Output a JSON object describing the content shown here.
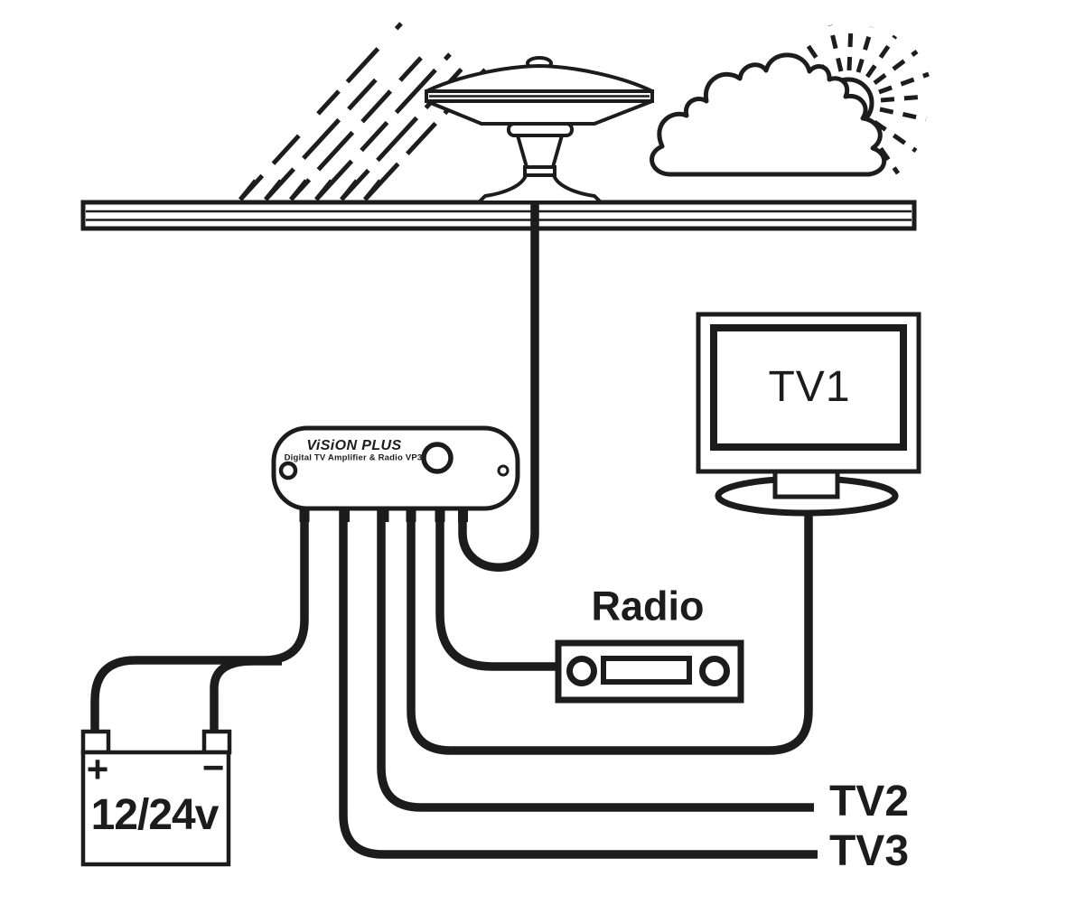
{
  "colors": {
    "line": "#1c1c1c",
    "background": "#ffffff"
  },
  "amplifier": {
    "brand": "ViSiON PLUS",
    "subtitle": "Digital TV Amplifier & Radio VP3"
  },
  "devices": {
    "tv1": "TV1",
    "tv2": "TV2",
    "tv3": "TV3",
    "radio": "Radio"
  },
  "battery": {
    "voltage": "12/24v",
    "positive": "+",
    "negative": "−"
  }
}
